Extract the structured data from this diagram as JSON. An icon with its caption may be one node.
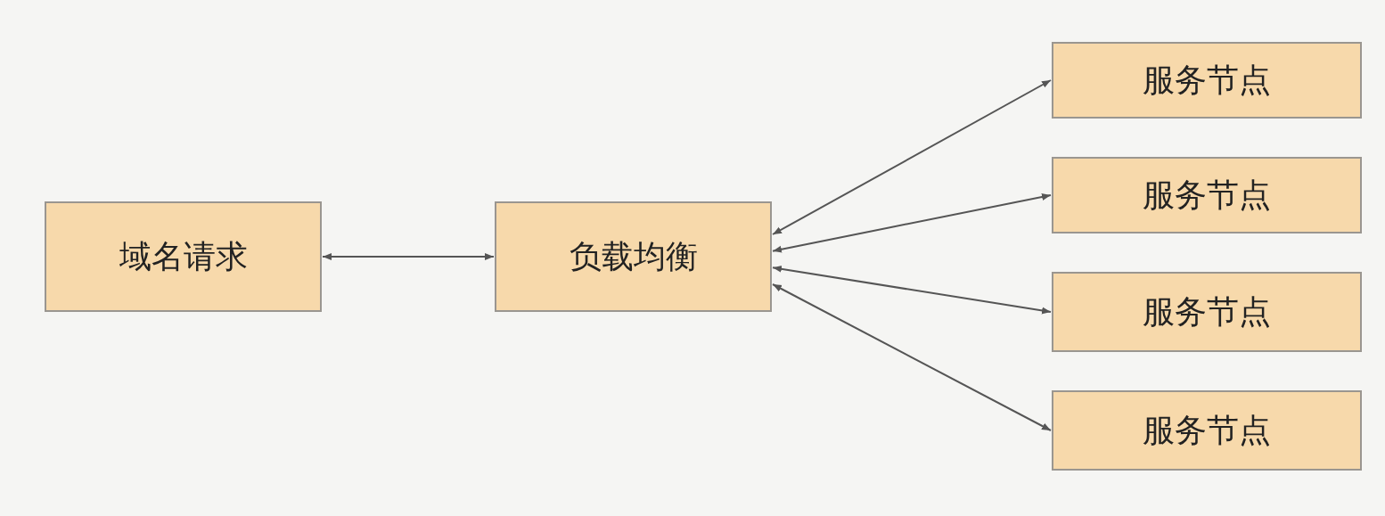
{
  "diagram": {
    "nodes": [
      {
        "text": [
          "域名请求"
        ]
      },
      {
        "text": [
          "负载均衡"
        ]
      },
      {
        "text": [
          "服务节点"
        ]
      },
      {
        "text": [
          "服务节点"
        ]
      },
      {
        "text": [
          "服务节点"
        ]
      },
      {
        "text": [
          "服务节点"
        ]
      }
    ],
    "edges": [
      {
        "from": 0,
        "to": 1,
        "arrow": "both"
      },
      {
        "from": 1,
        "to": 2,
        "arrow": "both"
      },
      {
        "from": 1,
        "to": 3,
        "arrow": "both"
      },
      {
        "from": 1,
        "to": 4,
        "arrow": "both"
      },
      {
        "from": 1,
        "to": 5,
        "arrow": "both"
      }
    ]
  }
}
